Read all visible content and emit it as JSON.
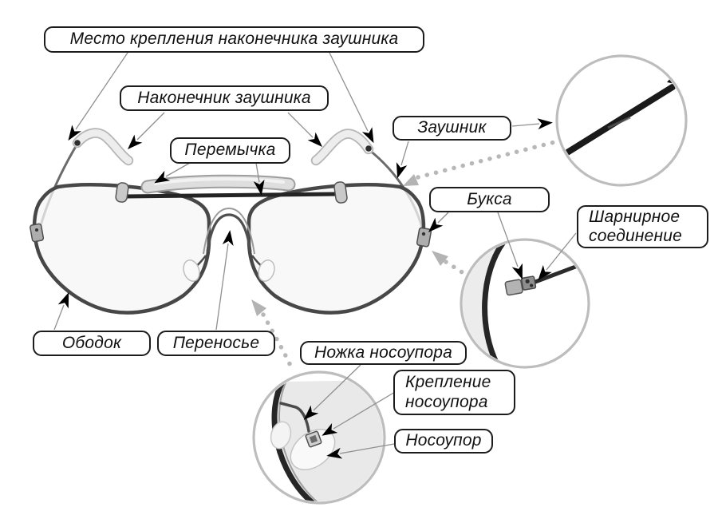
{
  "colors": {
    "background": "#ffffff",
    "label_border": "#1c1c1c",
    "label_text": "#111111",
    "leader_line": "#8f8f8f",
    "arrowhead_black": "#000000",
    "dotted_connector": "#b5b5b5",
    "inset_ring": "#bdbdbd",
    "metal_dark": "#2b2b2b",
    "metal_mid": "#6b6b6b",
    "metal_light": "#adadad",
    "acetate_sleeve": "#dedede",
    "temple_tip_white": "#ededed"
  },
  "labels": {
    "tip_attachment": {
      "text": "Место крепления наконечника заушника"
    },
    "temple_tip": {
      "text": "Наконечник заушника"
    },
    "brow_bar": {
      "text": "Перемычка"
    },
    "temple": {
      "text": "Заушник"
    },
    "hinge_barrel": {
      "text": "Букса"
    },
    "hinge_joint": {
      "lines": [
        "Шарнирное",
        "соединение"
      ]
    },
    "rim": {
      "text": "Ободок"
    },
    "bridge": {
      "text": "Переносье"
    },
    "pad_arm": {
      "text": "Ножка носоупора"
    },
    "pad_mount": {
      "lines": [
        "Крепление",
        "носоупора"
      ]
    },
    "nose_pad": {
      "text": "Носоупор"
    }
  }
}
